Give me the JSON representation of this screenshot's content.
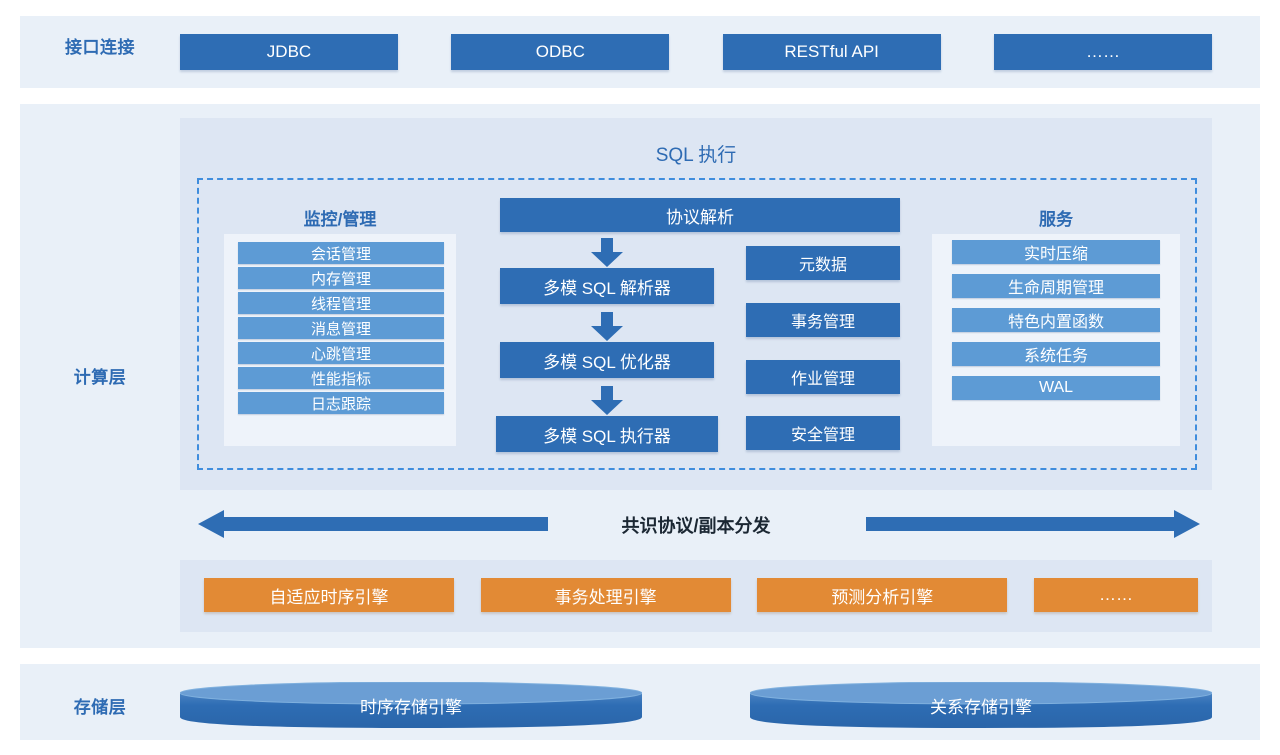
{
  "layers": {
    "interface": {
      "label": "接口连接",
      "items": [
        {
          "label": "JDBC"
        },
        {
          "label": "ODBC"
        },
        {
          "label": "RESTful API"
        },
        {
          "label": "……"
        }
      ]
    },
    "compute": {
      "label": "计算层",
      "sql_title": "SQL 执行",
      "monitor": {
        "title": "监控/管理",
        "items": [
          {
            "label": "会话管理"
          },
          {
            "label": "内存管理"
          },
          {
            "label": "线程管理"
          },
          {
            "label": "消息管理"
          },
          {
            "label": "心跳管理"
          },
          {
            "label": "性能指标"
          },
          {
            "label": "日志跟踪"
          }
        ]
      },
      "pipeline": {
        "protocol": "协议解析",
        "parser": "多模 SQL 解析器",
        "optimizer": "多模 SQL 优化器",
        "executor": "多模 SQL 执行器"
      },
      "middle_boxes": [
        {
          "label": "元数据"
        },
        {
          "label": "事务管理"
        },
        {
          "label": "作业管理"
        },
        {
          "label": "安全管理"
        }
      ],
      "services": {
        "title": "服务",
        "items": [
          {
            "label": "实时压缩"
          },
          {
            "label": "生命周期管理"
          },
          {
            "label": "特色内置函数"
          },
          {
            "label": "系统任务"
          },
          {
            "label": "WAL"
          }
        ]
      },
      "consensus": {
        "label": "共识协议/副本分发"
      },
      "engines": [
        {
          "label": "自适应时序引擎"
        },
        {
          "label": "事务处理引擎"
        },
        {
          "label": "预测分析引擎"
        },
        {
          "label": "……"
        }
      ]
    },
    "storage": {
      "label": "存储层",
      "items": [
        {
          "label": "时序存储引擎"
        },
        {
          "label": "关系存储引擎"
        }
      ]
    }
  },
  "colors": {
    "band_bg": "#e9f0f8",
    "panel_bg": "#dde6f3",
    "subpanel_bg": "#eef3fa",
    "primary_blue": "#2e6db4",
    "light_blue": "#5d9bd5",
    "orange": "#e28a35",
    "dashed_border": "#3f8ddd",
    "label_text": "#2e6bb3"
  }
}
